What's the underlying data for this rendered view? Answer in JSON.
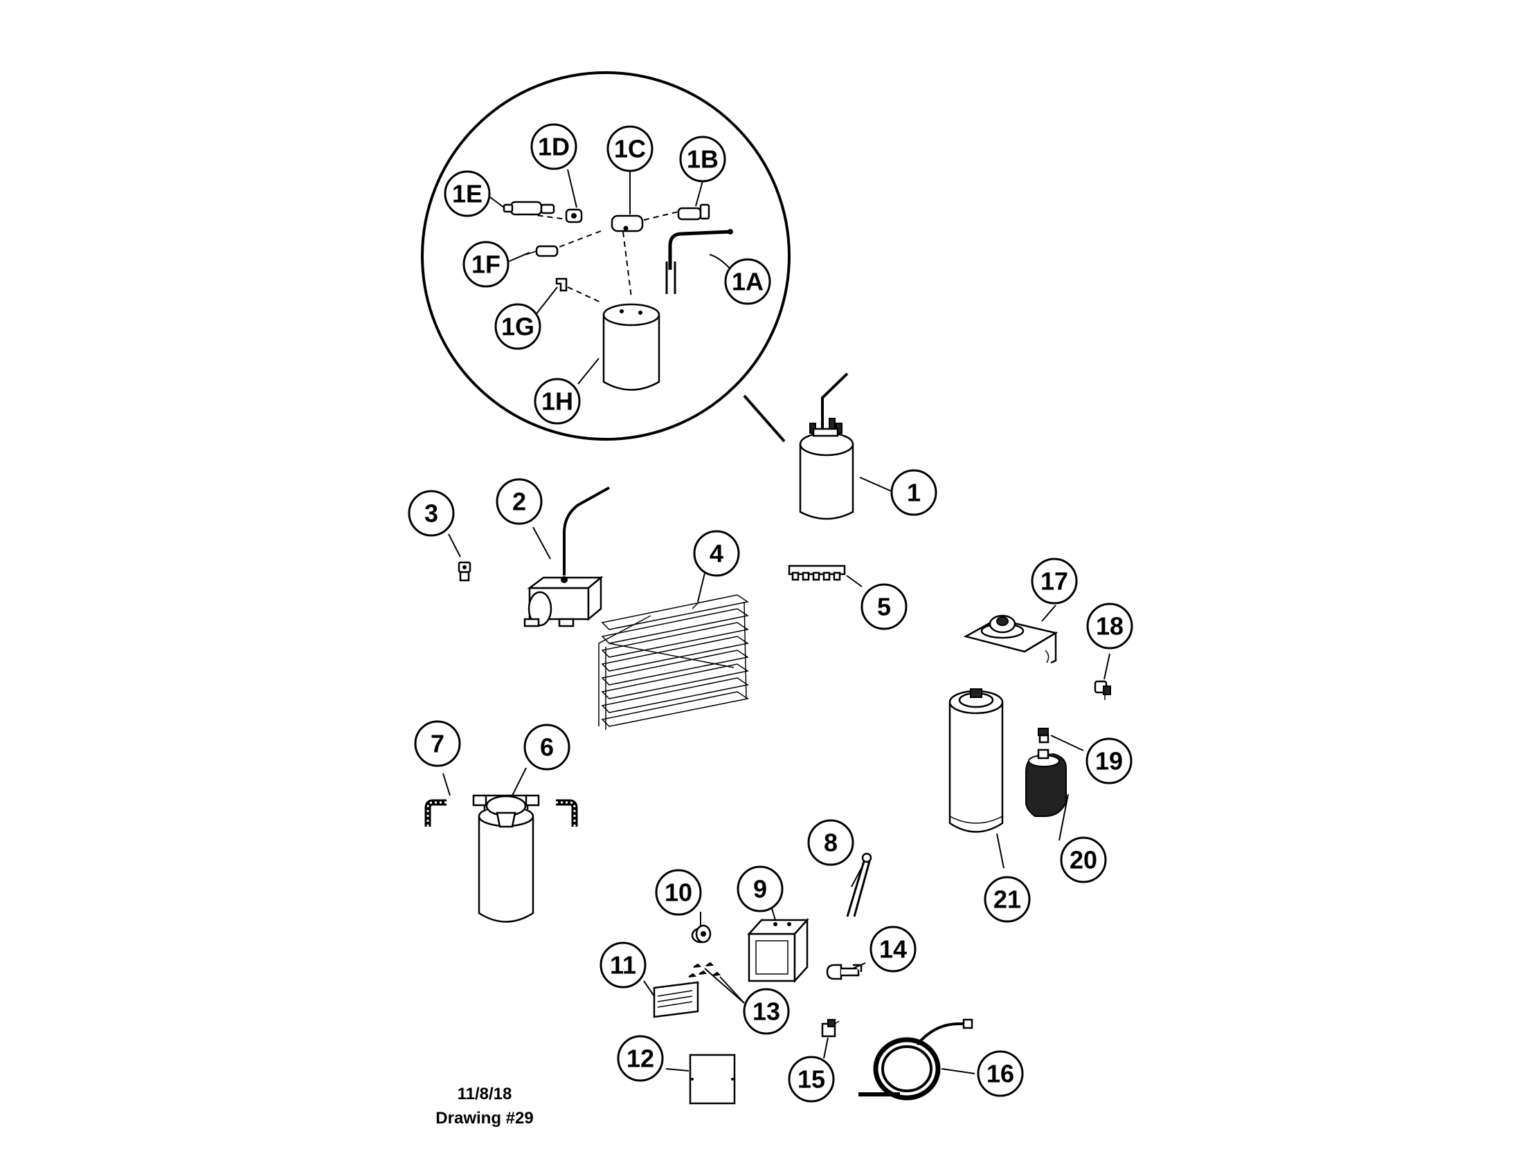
{
  "labels": {
    "l1": "1",
    "l1a": "1A",
    "l1b": "1B",
    "l1c": "1C",
    "l1d": "1D",
    "l1e": "1E",
    "l1f": "1F",
    "l1g": "1G",
    "l1h": "1H",
    "l2": "2",
    "l3": "3",
    "l4": "4",
    "l5": "5",
    "l6": "6",
    "l7": "7",
    "l8": "8",
    "l9": "9",
    "l10": "10",
    "l11": "11",
    "l12": "12",
    "l13": "13",
    "l14": "14",
    "l15": "15",
    "l16": "16",
    "l17": "17",
    "l18": "18",
    "l19": "19",
    "l20": "20",
    "l21": "21"
  },
  "footer": {
    "date": "11/8/18",
    "drawing": "Drawing #29"
  },
  "colors": {
    "line": "#000000",
    "background": "#ffffff"
  }
}
